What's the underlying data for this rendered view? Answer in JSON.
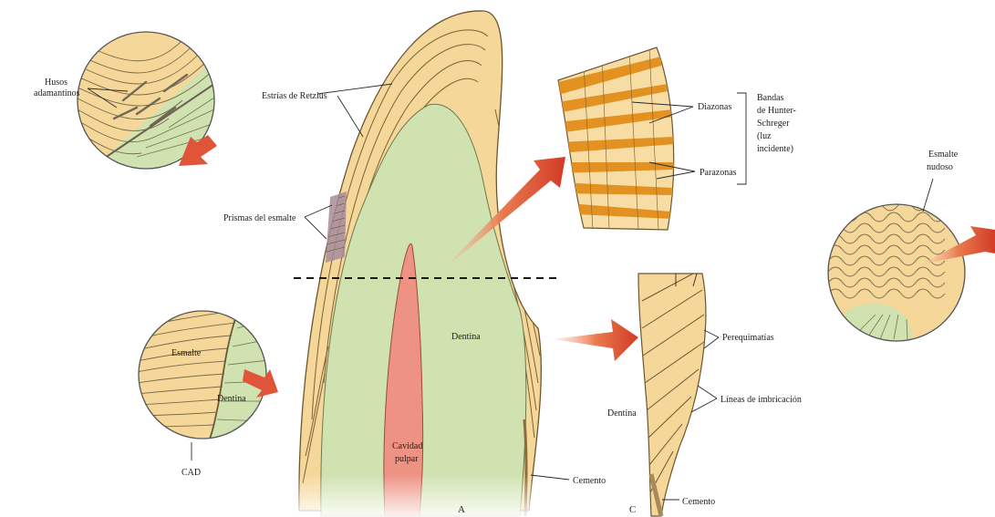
{
  "labels": {
    "husos": [
      "Husos",
      "adamantinos"
    ],
    "estrias": "Estrías de Retzius",
    "prismas": "Prismas del esmalte",
    "diazonas": "Diazonas",
    "parazonas": "Parazonas",
    "bandas": [
      "Bandas",
      "de Hunter-",
      "Schreger",
      "(luz",
      "incidente)"
    ],
    "esmalte_nudoso": [
      "Esmalte",
      "nudoso"
    ],
    "esmalte": "Esmalte",
    "dentina_circle": "Dentina",
    "cad": "CAD",
    "dentina_main": "Dentina",
    "cavidad": [
      "Cavidad",
      "pulpar"
    ],
    "cemento_a": "Cemento",
    "fig_a": "A",
    "perequimatias": "Perequimatías",
    "lineas": "Líneas de imbricación",
    "dentina_c": "Dentina",
    "cemento_c": "Cemento",
    "fig_c": "C"
  },
  "colors": {
    "enamel": "#f6d79a",
    "dentin": "#cfe2b0",
    "pulp": "#ee9283",
    "band_dark": "#e39120",
    "arrow": "#d9512c",
    "line": "#5a4a2a"
  }
}
